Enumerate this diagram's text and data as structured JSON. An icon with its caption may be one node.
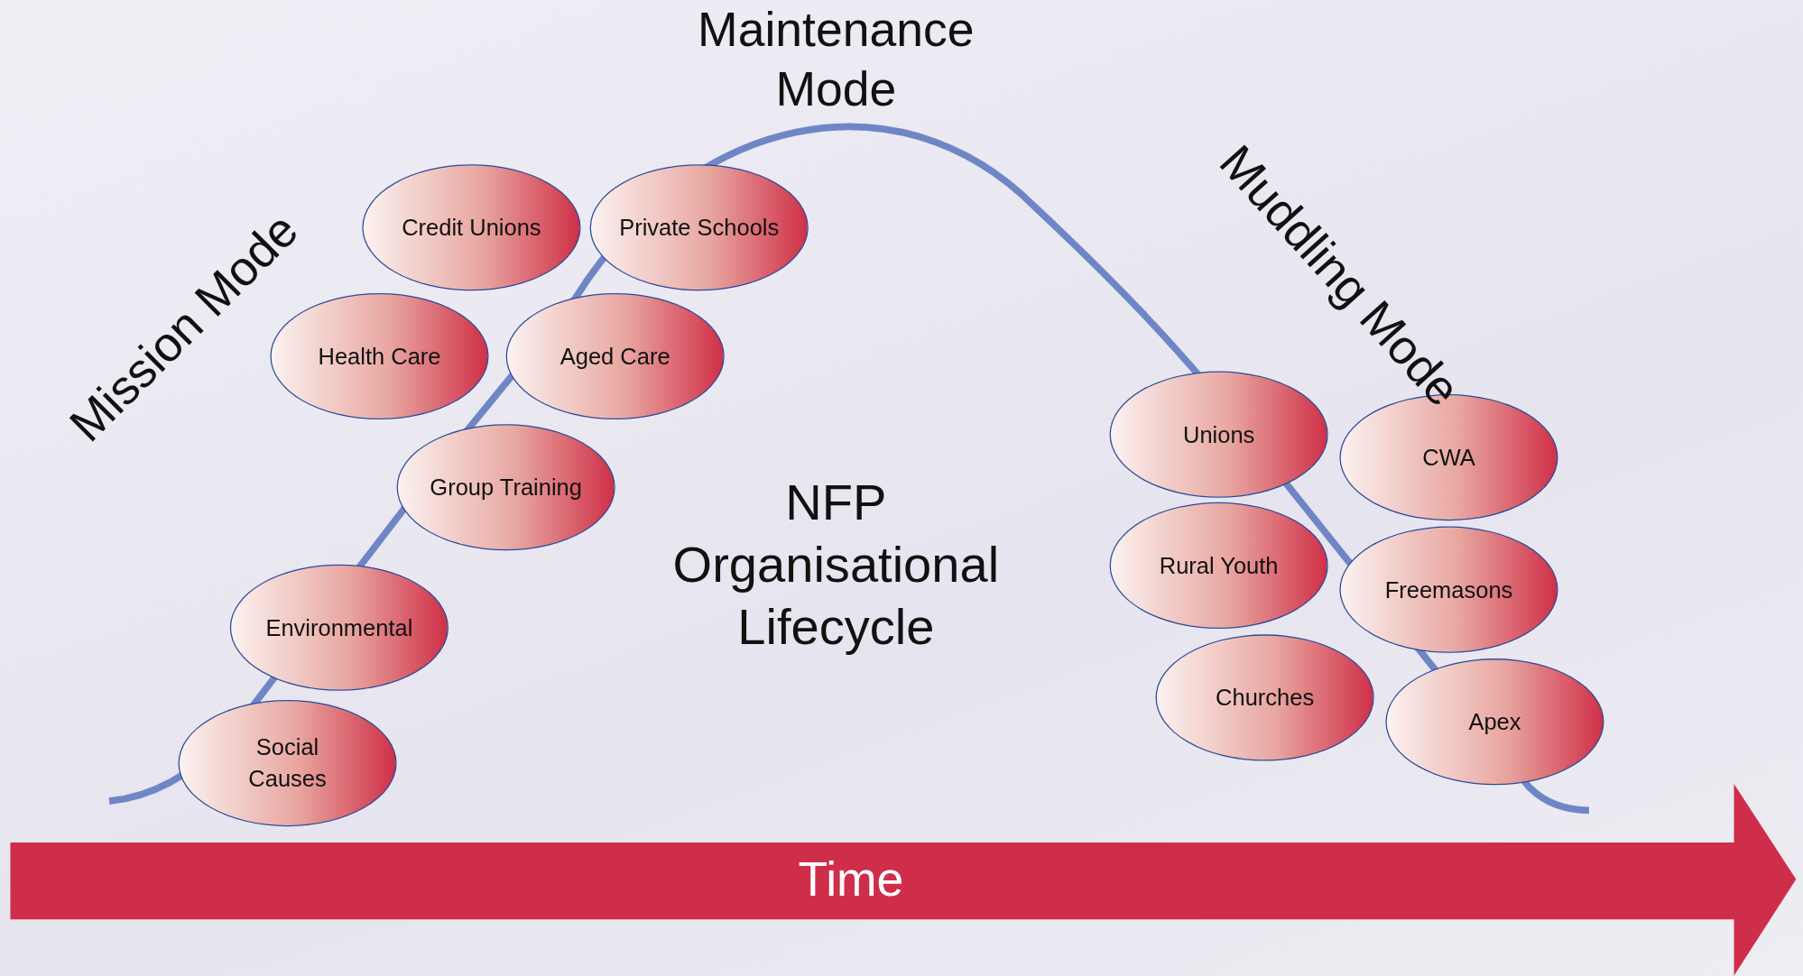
{
  "diagram": {
    "title": "NFP Organisational Lifecycle",
    "nodes": [
      {
        "text": [
          "Credit Unions"
        ]
      },
      {
        "text": [
          "Private Schools"
        ]
      },
      {
        "text": [
          "Health Care"
        ]
      },
      {
        "text": [
          "Aged Care"
        ]
      },
      {
        "text": [
          "Group Training"
        ]
      },
      {
        "text": [
          "Environmental"
        ]
      },
      {
        "text": [
          "Social Causes"
        ]
      },
      {
        "text": [
          "Unions"
        ]
      },
      {
        "text": [
          "CWA"
        ]
      },
      {
        "text": [
          "Rural Youth"
        ]
      },
      {
        "text": [
          "Freemasons"
        ]
      },
      {
        "text": [
          "Churches"
        ]
      },
      {
        "text": [
          "Apex"
        ]
      }
    ],
    "labels": [
      "Maintenance Mode",
      "Mission Mode",
      "Muddling Mode",
      "Time"
    ]
  }
}
